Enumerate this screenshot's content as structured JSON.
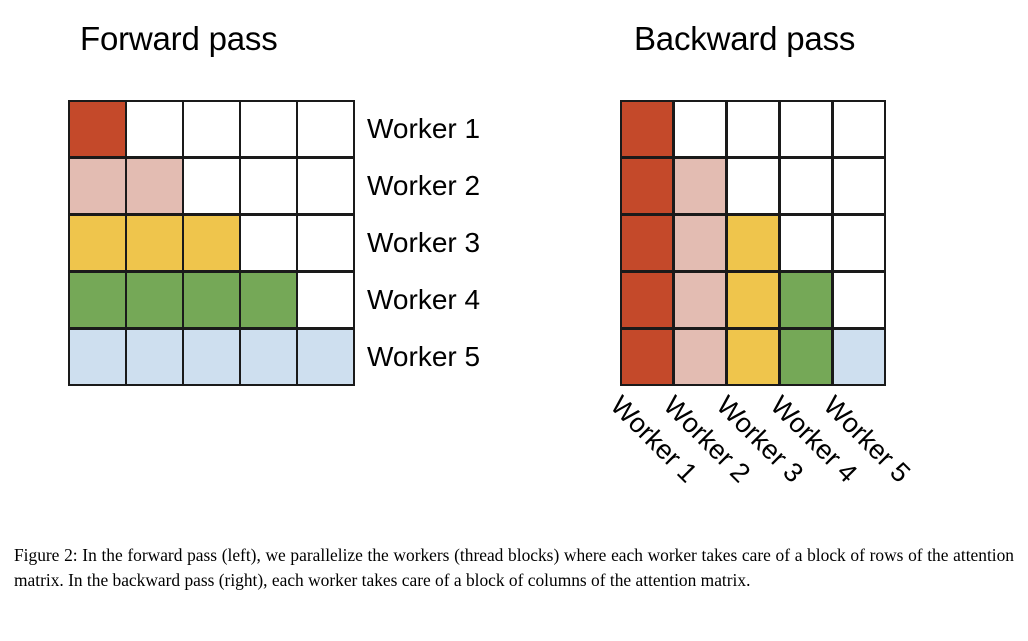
{
  "figure": {
    "number": "Figure 2",
    "caption": "Figure 2: In the forward pass (left), we parallelize the workers (thread blocks) where each worker takes care of a block of rows of the attention matrix. In the backward pass (right), each worker takes care of a block of columns of the attention matrix."
  },
  "palette": {
    "red": "#c4492a",
    "pink": "#e3bcb2",
    "yellow": "#efc54c",
    "green": "#75a857",
    "blue": "#cedfef",
    "empty": "#ffffff",
    "gridline": "#1a1a1a"
  },
  "panels": [
    {
      "id": "forward",
      "title": "Forward pass",
      "label_orientation": "horizontal-right",
      "labels": [
        "Worker 1",
        "Worker 2",
        "Worker 3",
        "Worker 4",
        "Worker 5"
      ],
      "rows": 5,
      "cols": 5,
      "cells": [
        [
          "red",
          "empty",
          "empty",
          "empty",
          "empty"
        ],
        [
          "pink",
          "pink",
          "empty",
          "empty",
          "empty"
        ],
        [
          "yellow",
          "yellow",
          "yellow",
          "empty",
          "empty"
        ],
        [
          "green",
          "green",
          "green",
          "green",
          "empty"
        ],
        [
          "blue",
          "blue",
          "blue",
          "blue",
          "blue"
        ]
      ]
    },
    {
      "id": "backward",
      "title": "Backward pass",
      "label_orientation": "rotated-45-below",
      "labels": [
        "Worker 1",
        "Worker 2",
        "Worker 3",
        "Worker 4",
        "Worker 5"
      ],
      "rows": 5,
      "cols": 5,
      "cells": [
        [
          "red",
          "empty",
          "empty",
          "empty",
          "empty"
        ],
        [
          "red",
          "pink",
          "empty",
          "empty",
          "empty"
        ],
        [
          "red",
          "pink",
          "yellow",
          "empty",
          "empty"
        ],
        [
          "red",
          "pink",
          "yellow",
          "green",
          "empty"
        ],
        [
          "red",
          "pink",
          "yellow",
          "green",
          "blue"
        ]
      ]
    }
  ]
}
